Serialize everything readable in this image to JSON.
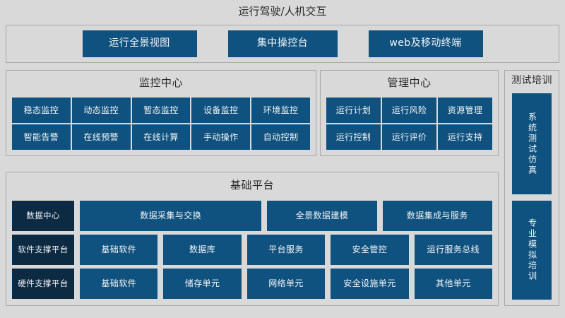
{
  "top_title": "运行驾驶/人机交互",
  "header": {
    "buttons": [
      {
        "label": "运行全景视图"
      },
      {
        "label": "集中操控台"
      },
      {
        "label": "web及移动终端"
      }
    ]
  },
  "monitor_center": {
    "title": "监控中心",
    "items": [
      "稳态监控",
      "动态监控",
      "暂态监控",
      "设备监控",
      "环境监控",
      "智能告警",
      "在线预警",
      "在线计算",
      "手动操作",
      "自动控制"
    ]
  },
  "manage_center": {
    "title": "管理中心",
    "items": [
      "运行计划",
      "运行风险",
      "资源管理",
      "运行控制",
      "运行评价",
      "运行支持"
    ]
  },
  "training": {
    "title": "测试培训",
    "items": [
      "系统测试仿真",
      "专业模拟培训"
    ]
  },
  "base_platform": {
    "title": "基础平台",
    "rows": [
      {
        "label": "数据中心",
        "cells": [
          "数据采集与交换",
          "全景数据建模",
          "数据集成与服务"
        ]
      },
      {
        "label": "软件支撑平台",
        "cells": [
          "基础软件",
          "数据库",
          "平台服务",
          "安全管控",
          "运行服务总线"
        ]
      },
      {
        "label": "硬件支撑平台",
        "cells": [
          "基础软件",
          "储存单元",
          "网络单元",
          "安全设施单元",
          "其他单元"
        ]
      }
    ]
  },
  "colors": {
    "page_bg": "#d9d9d9",
    "panel_border": "#a8a8a8",
    "block_blue": "#10527f",
    "block_dark_blue": "#0d2a43",
    "block_text": "#f2f4f6",
    "title_text": "#2b2b2b"
  }
}
